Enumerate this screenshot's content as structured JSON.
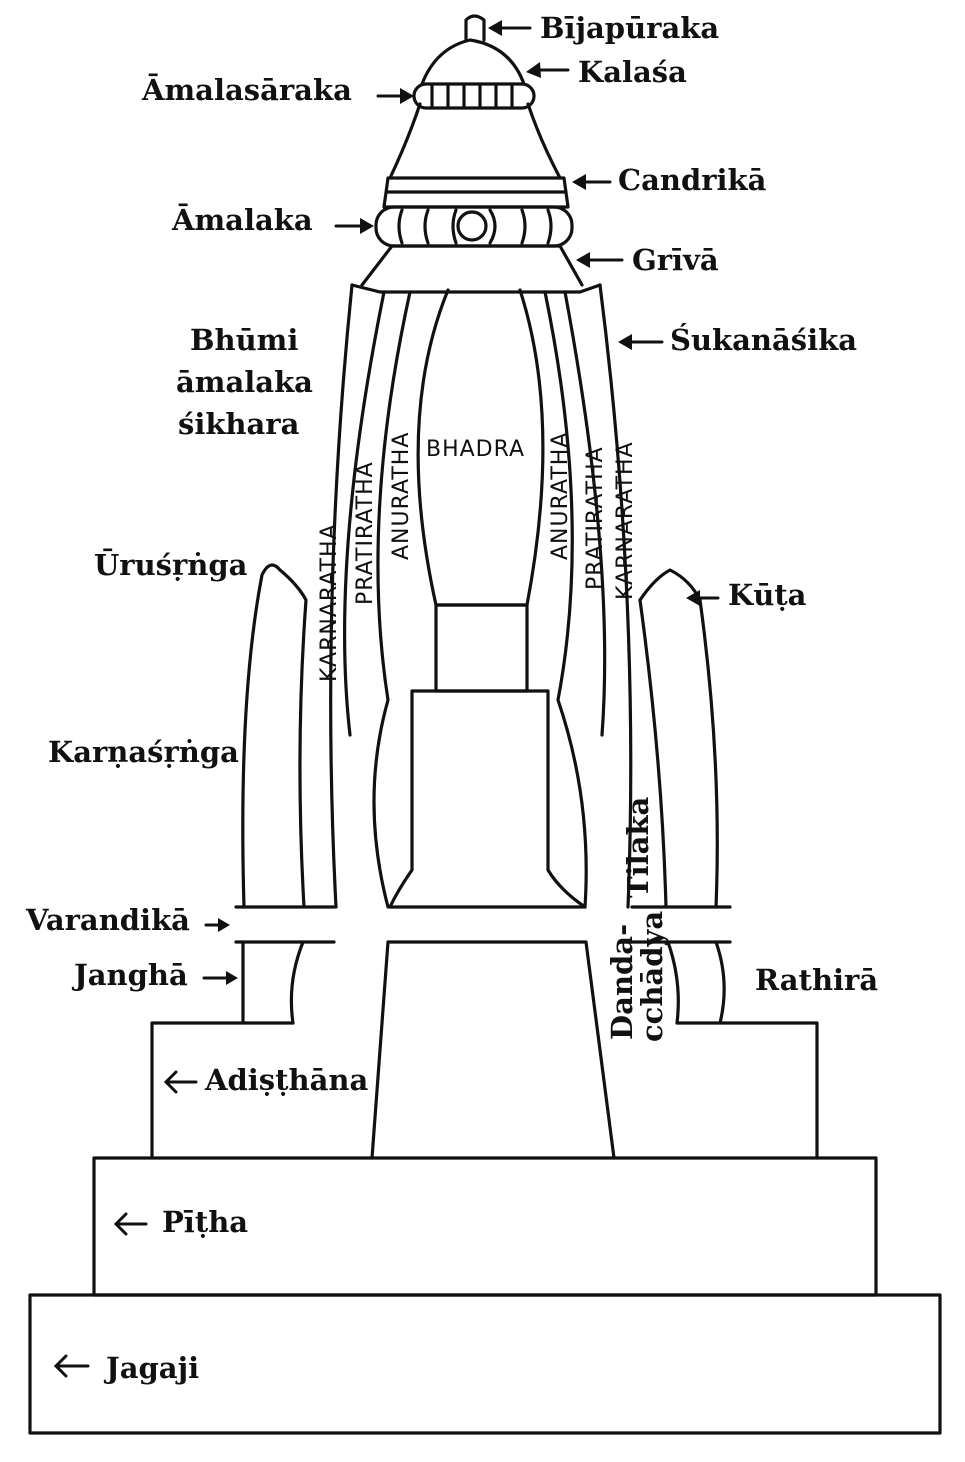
{
  "labels": {
    "bijapuraka": "Bījapūraka",
    "kalasa": "Kalaśa",
    "amalasaraka": "Āmalasāraka",
    "candrika": "Candrikā",
    "amalaka": "Āmalaka",
    "griva": "Grīvā",
    "bhumi_1": "Bhūmi",
    "bhumi_2": "āmalaka",
    "bhumi_3": "śikhara",
    "sukanasika": "Śukanāśika",
    "urusrnga": "Ūruśṛṅga",
    "kuta": "Kūṭa",
    "karnasrnga": "Karṇaśṛṅga",
    "tilaka": "Tilaka",
    "varandika": "Varandikā",
    "jangha": "Janghā",
    "rathira": "Rathirā",
    "danda_1": "Danda-",
    "danda_2": "cchādya",
    "adisthana": "Adiṣṭhāna",
    "pitha": "Pīṭha",
    "jagaji": "Jagaji",
    "bhadra": "BHADRA",
    "anuratha": "ANURATHA",
    "pratiratha": "PRATIRATHA",
    "karnaratha": "KARNARATHA"
  }
}
